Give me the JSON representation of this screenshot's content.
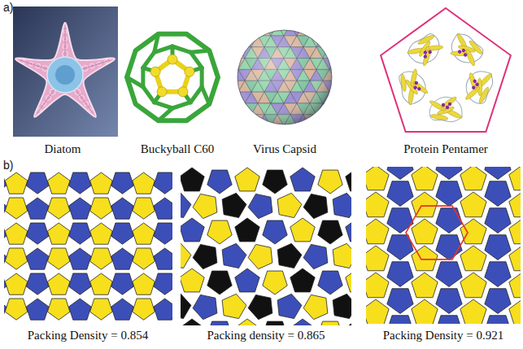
{
  "diagram": {
    "labels": [
      "a)",
      "Diatom",
      "Buckyball C60",
      "Virus Capsid",
      "Protein Pentamer",
      "b)",
      "Packing Density = 0.854",
      "Packing density = 0.865",
      "Packing Density = 0.921"
    ]
  }
}
